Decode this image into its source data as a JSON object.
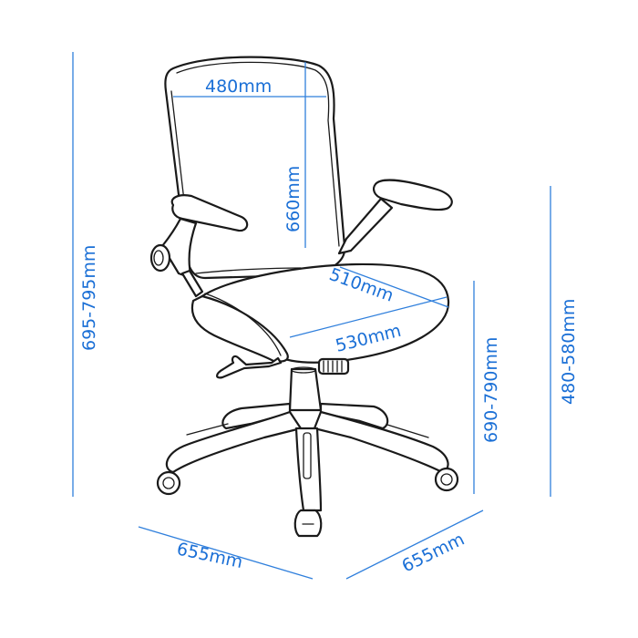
{
  "diagram": {
    "subject": "Office chair dimension drawing",
    "accent_color": "#1a6fd6",
    "line_color": "#1a1a1a",
    "dimensions": {
      "backrest_width": "480mm",
      "backrest_height": "660mm",
      "seat_depth": "510mm",
      "seat_width": "530mm",
      "overall_height": "695-795mm",
      "armrest_height": "690-790mm",
      "seat_height": "480-580mm",
      "base_depth": "655mm",
      "base_width": "655mm"
    }
  }
}
